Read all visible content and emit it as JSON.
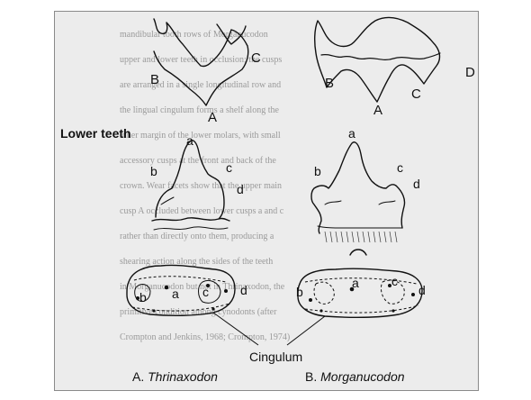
{
  "section_title": "Lower teeth",
  "cusp_labels": {
    "upper_A": "A",
    "upper_B": "B",
    "upper_C": "C",
    "upper_D": "D",
    "lower_a": "a",
    "lower_b": "b",
    "lower_c": "c",
    "lower_d": "d"
  },
  "cingulum_label": "Cingulum",
  "panel_a": {
    "letter": "A.",
    "name": "Thrinaxodon"
  },
  "panel_b": {
    "letter": "B.",
    "name": "Morganucodon"
  },
  "background_text": [
    "mandibular tooth rows of Morganucodon",
    "upper and lower teeth in occlusion; the cusps",
    "are arranged in a single longitudinal row and",
    "the lingual cingulum forms a shelf along the",
    "inner margin of the lower molars, with small",
    "accessory cusps at the front and back of the",
    "crown. Wear facets show that the upper main",
    "cusp A occluded between lower cusps a and c",
    "rather than directly onto them, producing a",
    "shearing action along the sides of the teeth",
    "in Morganucodon but not in Thrinaxodon, the",
    "primitive condition among cynodonts (after",
    "Crompton and Jenkins, 1968; Crompton, 1974)"
  ]
}
